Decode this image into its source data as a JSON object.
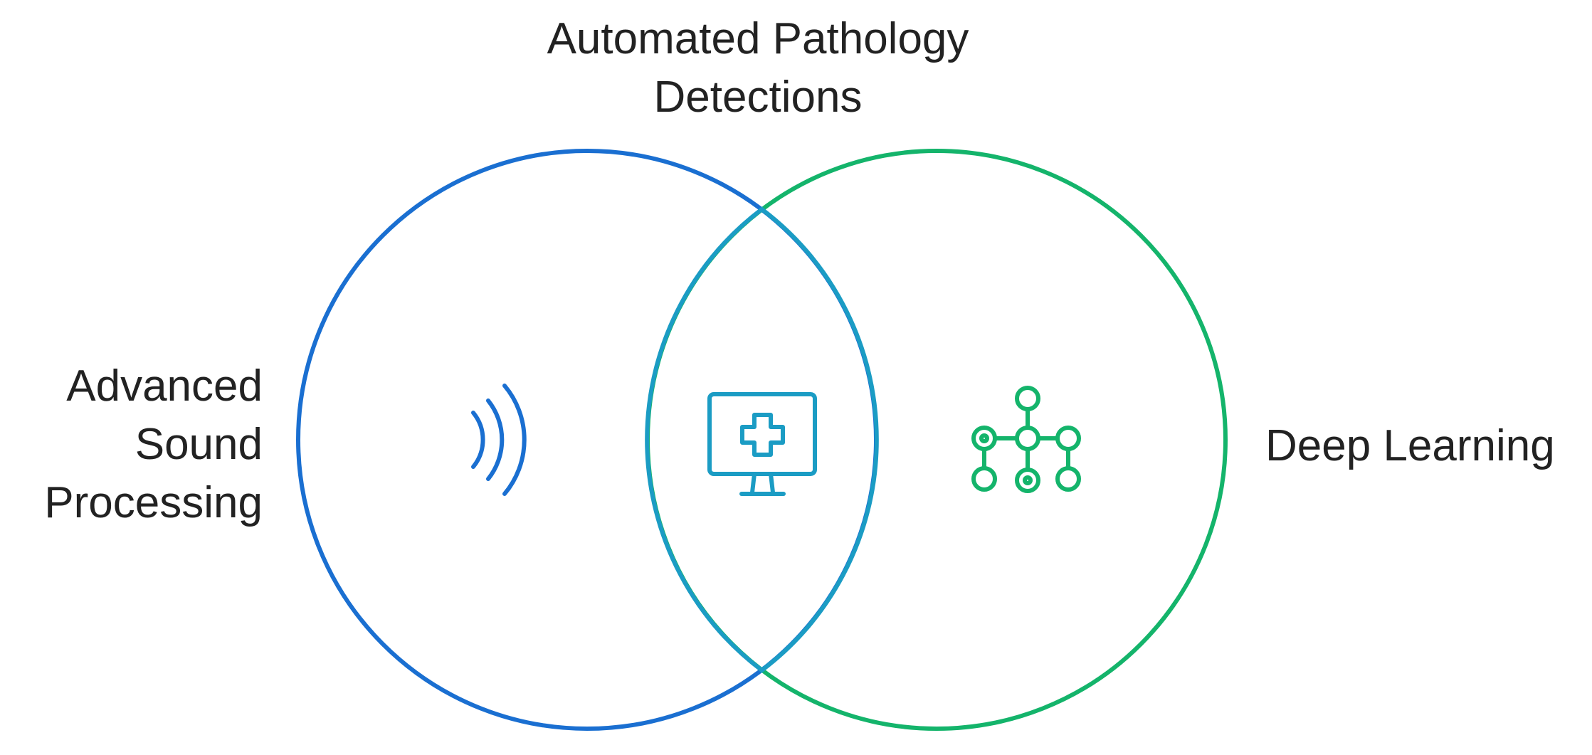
{
  "diagram": {
    "type": "venn",
    "top_label": [
      "Automated Pathology",
      "Detections"
    ],
    "left_label": [
      "Advanced",
      "Sound",
      "Processing"
    ],
    "right_label": "Deep Learning",
    "colors": {
      "left_circle": "#1a6fd1",
      "right_circle": "#14b46b",
      "overlap_icon": "#1b9cc4"
    },
    "icons": {
      "left": "sound-waves-icon",
      "center": "medical-monitor-icon",
      "right": "neural-network-icon"
    }
  }
}
